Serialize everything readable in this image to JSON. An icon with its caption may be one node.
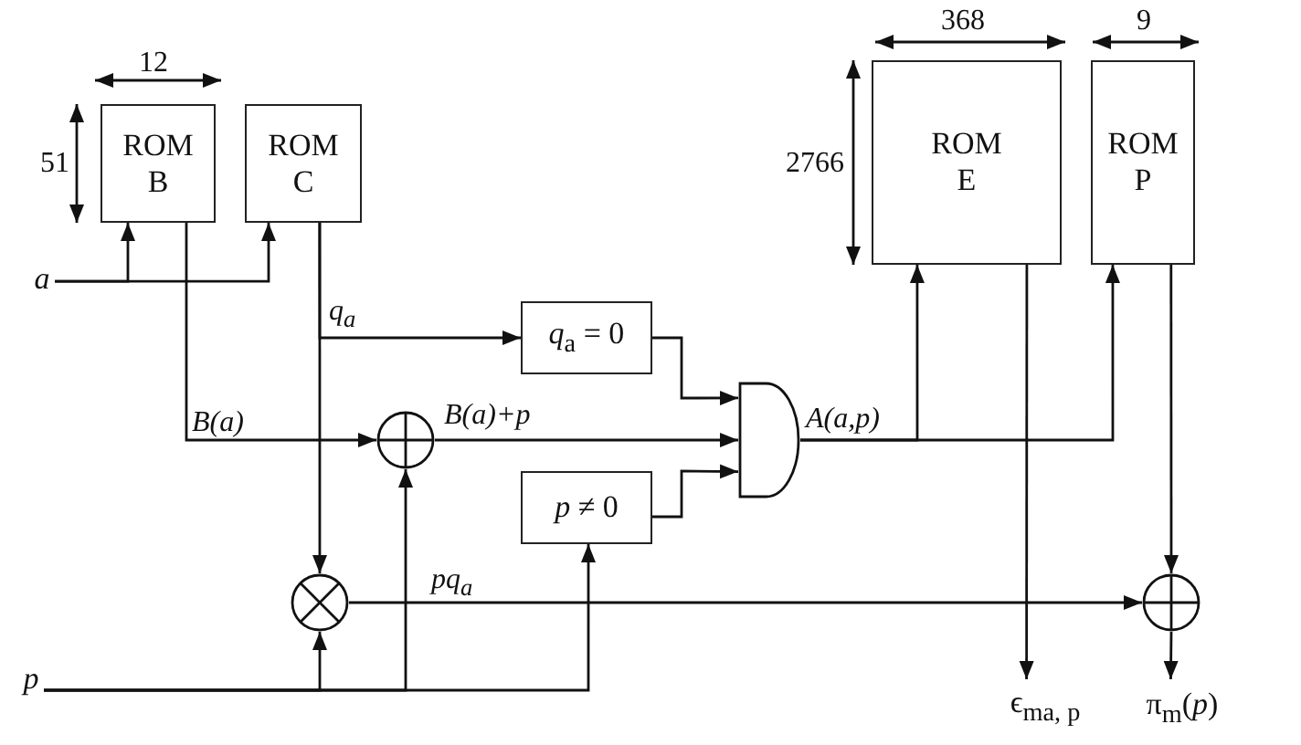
{
  "diagram": {
    "nodes": [
      {
        "text": [
          "ROM B"
        ]
      },
      {
        "text": [
          "ROM C"
        ]
      },
      {
        "text": [
          "ROM E"
        ]
      },
      {
        "text": [
          "ROM P"
        ]
      },
      {
        "text": [
          "*q*$_{a}$ = 0"
        ]
      },
      {
        "text": [
          "*p* ≠ 0"
        ]
      },
      {
        "text": [],
        "shape": "gate"
      },
      {
        "text": [],
        "shape": "circle"
      },
      {
        "text": [],
        "shape": "circle"
      },
      {
        "text": [],
        "shape": "circle"
      },
      {
        "text": [
          "*a*"
        ]
      },
      {
        "text": [
          "*p*"
        ]
      },
      {
        "text": [
          "ϵ$_{ma, p}$"
        ]
      },
      {
        "text": [
          "π$_{m}$(*p*)"
        ]
      }
    ],
    "edges": [
      {
        "from": 10,
        "to": 0,
        "arrow": "to"
      },
      {
        "from": 10,
        "to": 1,
        "arrow": "to"
      },
      {
        "from": 0,
        "to": 7,
        "arrow": "to",
        "label": "*B*(*a*)"
      },
      {
        "from": 1,
        "to": 4,
        "arrow": "to",
        "label": "*q*$_{a}$"
      },
      {
        "from": 1,
        "to": 8,
        "arrow": "to"
      },
      {
        "from": 11,
        "to": 8,
        "arrow": "to"
      },
      {
        "from": 11,
        "to": 7,
        "arrow": "to"
      },
      {
        "from": 11,
        "to": 5,
        "arrow": "to"
      },
      {
        "from": 4,
        "to": 6,
        "arrow": "to"
      },
      {
        "from": 7,
        "to": 6,
        "arrow": "to",
        "label": "*B*(*a*)+*p*"
      },
      {
        "from": 5,
        "to": 6,
        "arrow": "to"
      },
      {
        "from": 6,
        "to": 2,
        "arrow": "to",
        "label": "*A*(*a*,*p*)"
      },
      {
        "from": 6,
        "to": 3,
        "arrow": "to"
      },
      {
        "from": 2,
        "to": 12,
        "arrow": "to"
      },
      {
        "from": 8,
        "to": 9,
        "arrow": "to",
        "label": "*pq*$_{a}$"
      },
      {
        "from": 3,
        "to": 9,
        "arrow": "to"
      },
      {
        "from": 9,
        "to": 13,
        "arrow": "to"
      }
    ],
    "labels": [
      "12",
      "51",
      "368",
      "9",
      "2766"
    ]
  }
}
